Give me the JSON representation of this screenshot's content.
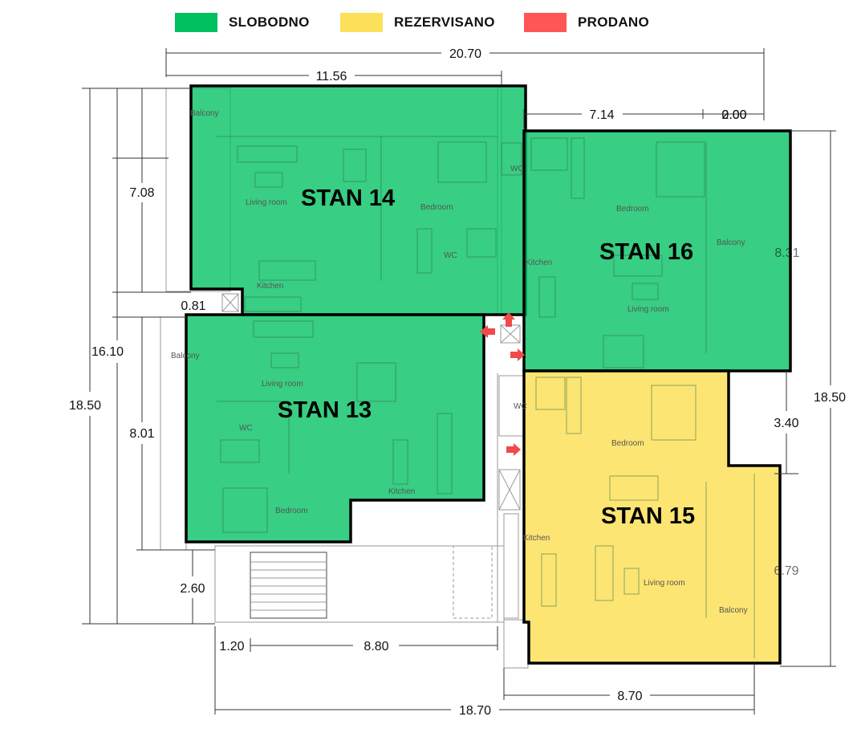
{
  "legend": [
    {
      "label": "SLOBODNO",
      "color": "#00c060"
    },
    {
      "label": "REZERVISANO",
      "color": "#fde05a"
    },
    {
      "label": "PRODANO",
      "color": "#fe5555"
    }
  ],
  "apartments": [
    {
      "name": "STAN 14",
      "status": "SLOBODNO",
      "color": "#00c060"
    },
    {
      "name": "STAN 16",
      "status": "SLOBODNO",
      "color": "#00c060"
    },
    {
      "name": "STAN 13",
      "status": "SLOBODNO",
      "color": "#00c060"
    },
    {
      "name": "STAN 15",
      "status": "REZERVISANO",
      "color": "#fde05a"
    }
  ],
  "dimensions": {
    "top_total": "20.70",
    "top_left": "11.56",
    "top_right_a": "7.14",
    "top_right_b": "2.00",
    "top_right_c": "0.00",
    "left_outer": "18.50",
    "left_mid": "16.10",
    "left_upper": "7.08",
    "left_lower": "8.01",
    "left_gap": "0.81",
    "left_stair": "2.60",
    "bottom_a": "1.20",
    "bottom_b": "8.80",
    "bottom_total": "18.70",
    "bottom_right": "8.70",
    "right_outer": "18.50",
    "right_a": "8.31",
    "right_b": "3.40",
    "right_c": "6.79"
  },
  "rooms": {
    "balcony": "Balcony",
    "living_room": "Living room",
    "bedroom": "Bedroom",
    "kitchen": "Kitchen",
    "wc": "WC"
  }
}
